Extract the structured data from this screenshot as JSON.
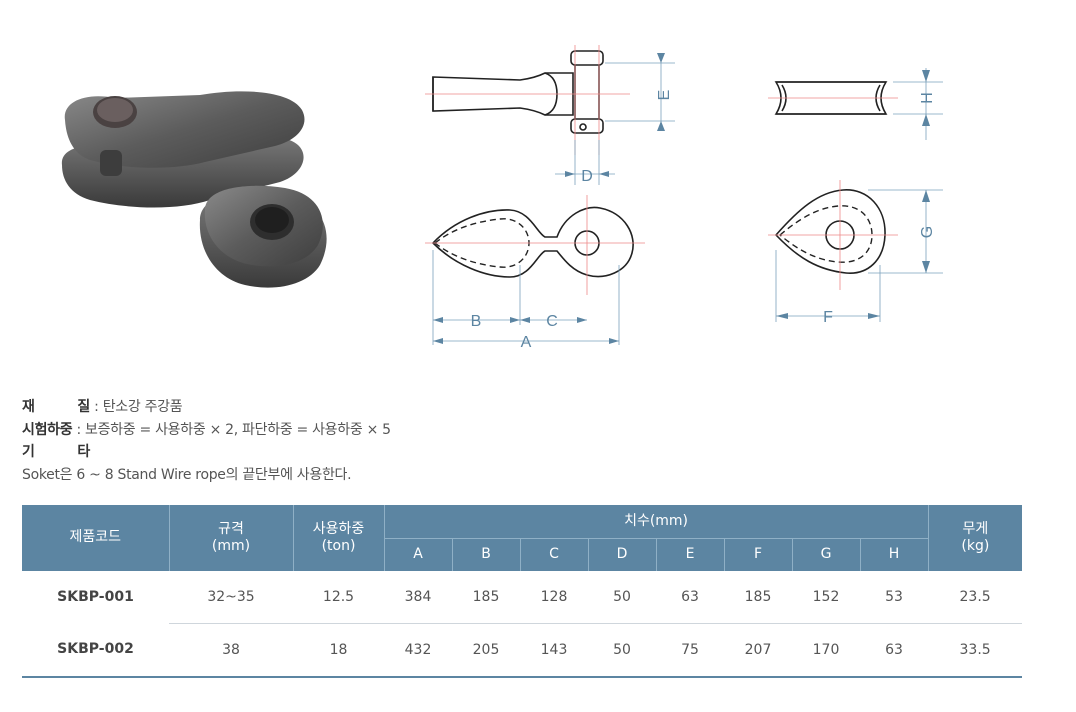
{
  "drawings": {
    "labels": [
      "E",
      "D",
      "H",
      "B",
      "C",
      "A",
      "G",
      "F"
    ]
  },
  "specs": {
    "material": {
      "label_a": "재",
      "label_b": "질",
      "value": " : 탄소강 주강품"
    },
    "test_load": {
      "label": "시험하중",
      "value": " : 보증하중 = 사용하중 × 2, 파단하중 = 사용하중 × 5"
    },
    "other": {
      "label_a": "기",
      "label_b": "타"
    },
    "note": "Soket은 6 ~ 8 Stand Wire rope의 끝단부에 사용한다."
  },
  "table": {
    "headers": {
      "code": "제품코드",
      "size": "규격",
      "size_unit": "(mm)",
      "load": "사용하중",
      "load_unit": "(ton)",
      "dims": "치수(mm)",
      "weight": "무게",
      "weight_unit": "(kg)",
      "dim_cols": [
        "A",
        "B",
        "C",
        "D",
        "E",
        "F",
        "G",
        "H"
      ]
    },
    "rows": [
      {
        "code": "SKBP-001",
        "size": "32~35",
        "load": "12.5",
        "dims": [
          "384",
          "185",
          "128",
          "50",
          "63",
          "185",
          "152",
          "53"
        ],
        "weight": "23.5"
      },
      {
        "code": "SKBP-002",
        "size": "38",
        "load": "18",
        "dims": [
          "432",
          "205",
          "143",
          "50",
          "75",
          "207",
          "170",
          "63"
        ],
        "weight": "33.5"
      }
    ]
  }
}
